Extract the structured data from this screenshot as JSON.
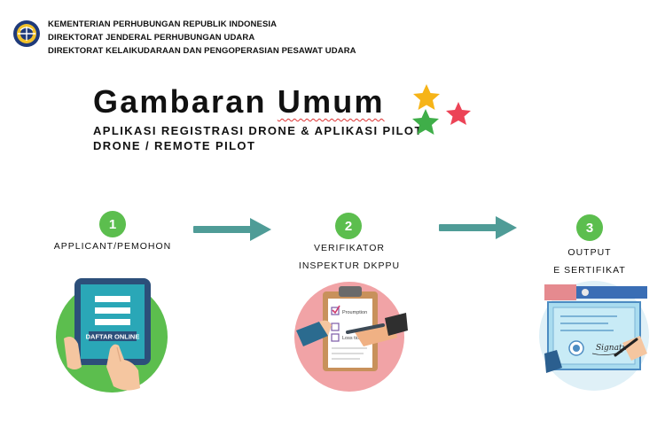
{
  "header": {
    "lines": [
      "KEMENTERIAN PERHUBUNGAN REPUBLIK INDONESIA",
      "DIREKTORAT JENDERAL PERHUBUNGAN UDARA",
      "DIREKTORAT KELAIKUDARAAN DAN PENGOPERASIAN PESAWAT UDARA"
    ],
    "logo_icon": "ministry-emblem-icon"
  },
  "title": {
    "word1": "Gambaran",
    "word2": "Umum",
    "subtitle_line1": "APLIKASI REGISTRASI DRONE &  APLIKASI PILOT",
    "subtitle_line2": "DRONE / REMOTE PILOT"
  },
  "colors": {
    "green": "#5cbe4e",
    "arrow_teal": "#4f9c97",
    "star_yellow": "#f6b418",
    "star_green": "#3fae49",
    "star_red": "#ec4356"
  },
  "steps": [
    {
      "number": "1",
      "lines": [
        "APPLICANT/PEMOHON"
      ],
      "icon": "tablet-daftar-online-icon",
      "tablet_text": "DAFTAR ONLINE"
    },
    {
      "number": "2",
      "lines": [
        "VERIFIKATOR",
        "INSPEKTUR DKPPU"
      ],
      "icon": "clipboard-checklist-icon",
      "checklist": [
        "Proumption",
        "Loss tion"
      ]
    },
    {
      "number": "3",
      "lines": [
        "OUTPUT",
        "E SERTIFIKAT"
      ],
      "icon": "certificate-signature-icon",
      "signature_text": "Signature"
    }
  ]
}
